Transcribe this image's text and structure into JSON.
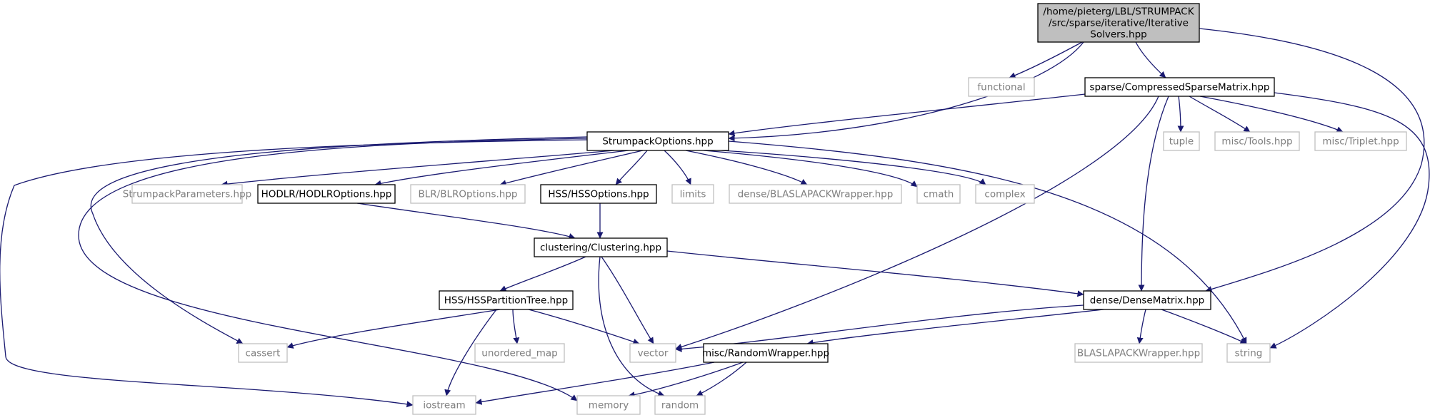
{
  "colors": {
    "edge": "#191970",
    "root_fill": "#bfbfbf",
    "root_stroke": "#000000",
    "file_stroke": "#000000",
    "system_stroke": "#bfbfbf",
    "system_text": "#7f7f7f",
    "file_text": "#000000"
  },
  "nodes": [
    {
      "id": "iterative_solvers",
      "kind": "root",
      "lines": [
        "/home/pieterg/LBL/STRUMPACK",
        "/src/sparse/iterative/Iterative",
        "Solvers.hpp"
      ]
    },
    {
      "id": "functional",
      "kind": "system",
      "lines": [
        "functional"
      ]
    },
    {
      "id": "compressed_sparse_matrix",
      "kind": "file",
      "lines": [
        "sparse/CompressedSparseMatrix.hpp"
      ]
    },
    {
      "id": "strumpack_options",
      "kind": "file",
      "lines": [
        "StrumpackOptions.hpp"
      ]
    },
    {
      "id": "tuple",
      "kind": "system",
      "lines": [
        "tuple"
      ]
    },
    {
      "id": "misc_tools",
      "kind": "system",
      "lines": [
        "misc/Tools.hpp"
      ]
    },
    {
      "id": "misc_triplet",
      "kind": "system",
      "lines": [
        "misc/Triplet.hpp"
      ]
    },
    {
      "id": "strumpack_parameters",
      "kind": "system",
      "lines": [
        "StrumpackParameters.hpp"
      ]
    },
    {
      "id": "hodlr_options",
      "kind": "file",
      "lines": [
        "HODLR/HODLROptions.hpp"
      ]
    },
    {
      "id": "blr_options",
      "kind": "system",
      "lines": [
        "BLR/BLROptions.hpp"
      ]
    },
    {
      "id": "hss_options",
      "kind": "file",
      "lines": [
        "HSS/HSSOptions.hpp"
      ]
    },
    {
      "id": "limits",
      "kind": "system",
      "lines": [
        "limits"
      ]
    },
    {
      "id": "blaslapack_wrapper_dense",
      "kind": "system",
      "lines": [
        "dense/BLASLAPACKWrapper.hpp"
      ]
    },
    {
      "id": "cmath",
      "kind": "system",
      "lines": [
        "cmath"
      ]
    },
    {
      "id": "complex",
      "kind": "system",
      "lines": [
        "complex"
      ]
    },
    {
      "id": "clustering",
      "kind": "file",
      "lines": [
        "clustering/Clustering.hpp"
      ]
    },
    {
      "id": "hss_partition_tree",
      "kind": "file",
      "lines": [
        "HSS/HSSPartitionTree.hpp"
      ]
    },
    {
      "id": "dense_matrix",
      "kind": "file",
      "lines": [
        "dense/DenseMatrix.hpp"
      ]
    },
    {
      "id": "cassert",
      "kind": "system",
      "lines": [
        "cassert"
      ]
    },
    {
      "id": "unordered_map",
      "kind": "system",
      "lines": [
        "unordered_map"
      ]
    },
    {
      "id": "vector",
      "kind": "system",
      "lines": [
        "vector"
      ]
    },
    {
      "id": "random_wrapper",
      "kind": "file",
      "lines": [
        "misc/RandomWrapper.hpp"
      ]
    },
    {
      "id": "blaslapack_wrapper",
      "kind": "system",
      "lines": [
        "BLASLAPACKWrapper.hpp"
      ]
    },
    {
      "id": "string",
      "kind": "system",
      "lines": [
        "string"
      ]
    },
    {
      "id": "iostream",
      "kind": "system",
      "lines": [
        "iostream"
      ]
    },
    {
      "id": "memory",
      "kind": "system",
      "lines": [
        "memory"
      ]
    },
    {
      "id": "random",
      "kind": "system",
      "lines": [
        "random"
      ]
    }
  ],
  "edges": [
    [
      "iterative_solvers",
      "functional"
    ],
    [
      "iterative_solvers",
      "strumpack_options"
    ],
    [
      "iterative_solvers",
      "compressed_sparse_matrix"
    ],
    [
      "iterative_solvers",
      "dense_matrix"
    ],
    [
      "compressed_sparse_matrix",
      "strumpack_options"
    ],
    [
      "compressed_sparse_matrix",
      "tuple"
    ],
    [
      "compressed_sparse_matrix",
      "misc_tools"
    ],
    [
      "compressed_sparse_matrix",
      "misc_triplet"
    ],
    [
      "compressed_sparse_matrix",
      "string"
    ],
    [
      "compressed_sparse_matrix",
      "vector"
    ],
    [
      "compressed_sparse_matrix",
      "dense_matrix"
    ],
    [
      "strumpack_options",
      "strumpack_parameters"
    ],
    [
      "strumpack_options",
      "hodlr_options"
    ],
    [
      "strumpack_options",
      "blr_options"
    ],
    [
      "strumpack_options",
      "hss_options"
    ],
    [
      "strumpack_options",
      "limits"
    ],
    [
      "strumpack_options",
      "blaslapack_wrapper_dense"
    ],
    [
      "strumpack_options",
      "cmath"
    ],
    [
      "strumpack_options",
      "complex"
    ],
    [
      "strumpack_options",
      "string"
    ],
    [
      "strumpack_options",
      "cassert"
    ],
    [
      "strumpack_options",
      "memory"
    ],
    [
      "strumpack_options",
      "iostream"
    ],
    [
      "hodlr_options",
      "clustering"
    ],
    [
      "hss_options",
      "clustering"
    ],
    [
      "clustering",
      "hss_partition_tree"
    ],
    [
      "clustering",
      "vector"
    ],
    [
      "clustering",
      "random"
    ],
    [
      "clustering",
      "dense_matrix"
    ],
    [
      "hss_partition_tree",
      "cassert"
    ],
    [
      "hss_partition_tree",
      "unordered_map"
    ],
    [
      "hss_partition_tree",
      "vector"
    ],
    [
      "hss_partition_tree",
      "iostream"
    ],
    [
      "dense_matrix",
      "vector"
    ],
    [
      "dense_matrix",
      "blaslapack_wrapper"
    ],
    [
      "dense_matrix",
      "string"
    ],
    [
      "dense_matrix",
      "random_wrapper"
    ],
    [
      "random_wrapper",
      "iostream"
    ],
    [
      "random_wrapper",
      "memory"
    ],
    [
      "random_wrapper",
      "random"
    ]
  ]
}
